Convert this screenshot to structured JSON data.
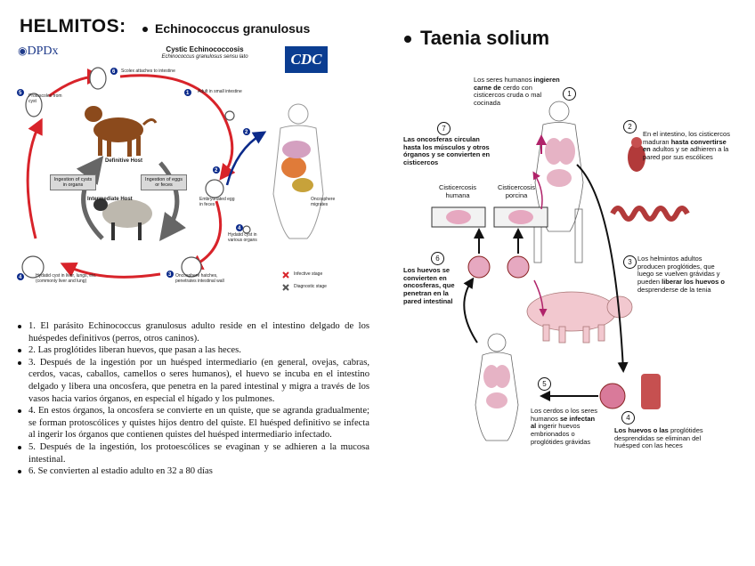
{
  "header": {
    "title": "HELMITOS:",
    "subtitle_left": "Echinococcus granulosus",
    "subtitle_right": "Taenia solium"
  },
  "echino_diagram": {
    "logo_dpdx": "DPDx",
    "logo_cdc": "CDC",
    "title": "Cystic Echinococcosis",
    "scientific_name": "Echinococcus granulosus sensu lato",
    "labels": {
      "scolex": "Scolex attaches to intestine",
      "adult": "Adult in small intestine",
      "protoscolex": "Protoscolex from cyst",
      "definitive_host": "Definitive Host",
      "intermediate_host": "Intermediate Host",
      "ingestion_cysts": "Ingestion of cysts in organs",
      "ingestion_eggs": "Ingestion of eggs or feces",
      "embryonated_eggs": "Embryonated egg in feces",
      "oncosphere_hatches": "Oncosphere hatches, penetrates intestinal wall",
      "hydatid_cyst_various": "Hydatid cyst in various organs",
      "hydatid_cyst_liver": "Hydatid cyst in liver, lungs, etc. (commonly liver and lung)",
      "oncosphere_migrates": "Oncosphere migrates",
      "infective_stage": "Infective stage",
      "diagnostic_stage": "Diagnostic stage"
    },
    "numbers": [
      "1",
      "2",
      "3",
      "4",
      "5",
      "6"
    ]
  },
  "steps": [
    "1. El parásito Echinococcus granulosus adulto reside en el intestino delgado de los huéspedes definitivos (perros, otros caninos).",
    "2. Las proglótides liberan huevos, que pasan a las heces.",
    "3. Después de la ingestión por un huésped intermediario (en general, ovejas, cabras, cerdos, vacas, caballos, camellos o seres humanos), el huevo se incuba en el intestino delgado y libera una oncosfera, que penetra en la pared intestinal y migra a través de los vasos hacia varios órganos, en especial el hígado y los pulmones.",
    "4. En estos órganos, la oncosfera se convierte en un quiste, que se agranda gradualmente; se forman protoscólices y quistes hijos dentro del quiste. El huésped definitivo se infecta al ingerir los órganos que contienen quistes del huésped intermediario infectado.",
    "5. Después de la ingestión, los protoescólices se evaginan y se adhieren a la mucosa intestinal.",
    "6. Se convierten al estadio adulto en 32 a 80 días"
  ],
  "taenia_diagram": {
    "label1_plain": "Los seres humanos",
    "label1_bold": "ingieren carne de",
    "label1_rest": "cerdo con cisticercos cruda o mal cocinada",
    "label2_plain": "En el intestino, los cisticercos maduran",
    "label2_bold": "hasta convertirse en",
    "label2_rest": "adultos y se adhieren a la pared por sus escólices",
    "label3_plain": "Los helmintos adultos producen proglótides, que luego se vuelven grávidas y pueden",
    "label3_bold": "liberar los huevos o",
    "label3_rest": "desprenderse de la tenia",
    "label4_bold": "Los huevos o las",
    "label4_plain": "proglótides desprendidas se eliminan del huésped con las heces",
    "label5_plain": "Los cerdos o los seres humanos",
    "label5_bold": "se infectan al",
    "label5_rest": "ingerir huevos embrionados o proglótides grávidas",
    "label6": "Los huevos se convierten en oncosferas, que penetran en la pared intestinal",
    "label7": "Las oncosferas circulan hasta los músculos y otros órganos y se convierten en cisticercos",
    "cisticercosis_humana": "Cisticercosis humana",
    "cisticercosis_porcina": "Cisticercosis porcina",
    "numbers": [
      "1",
      "2",
      "3",
      "4",
      "5",
      "6",
      "7"
    ]
  }
}
